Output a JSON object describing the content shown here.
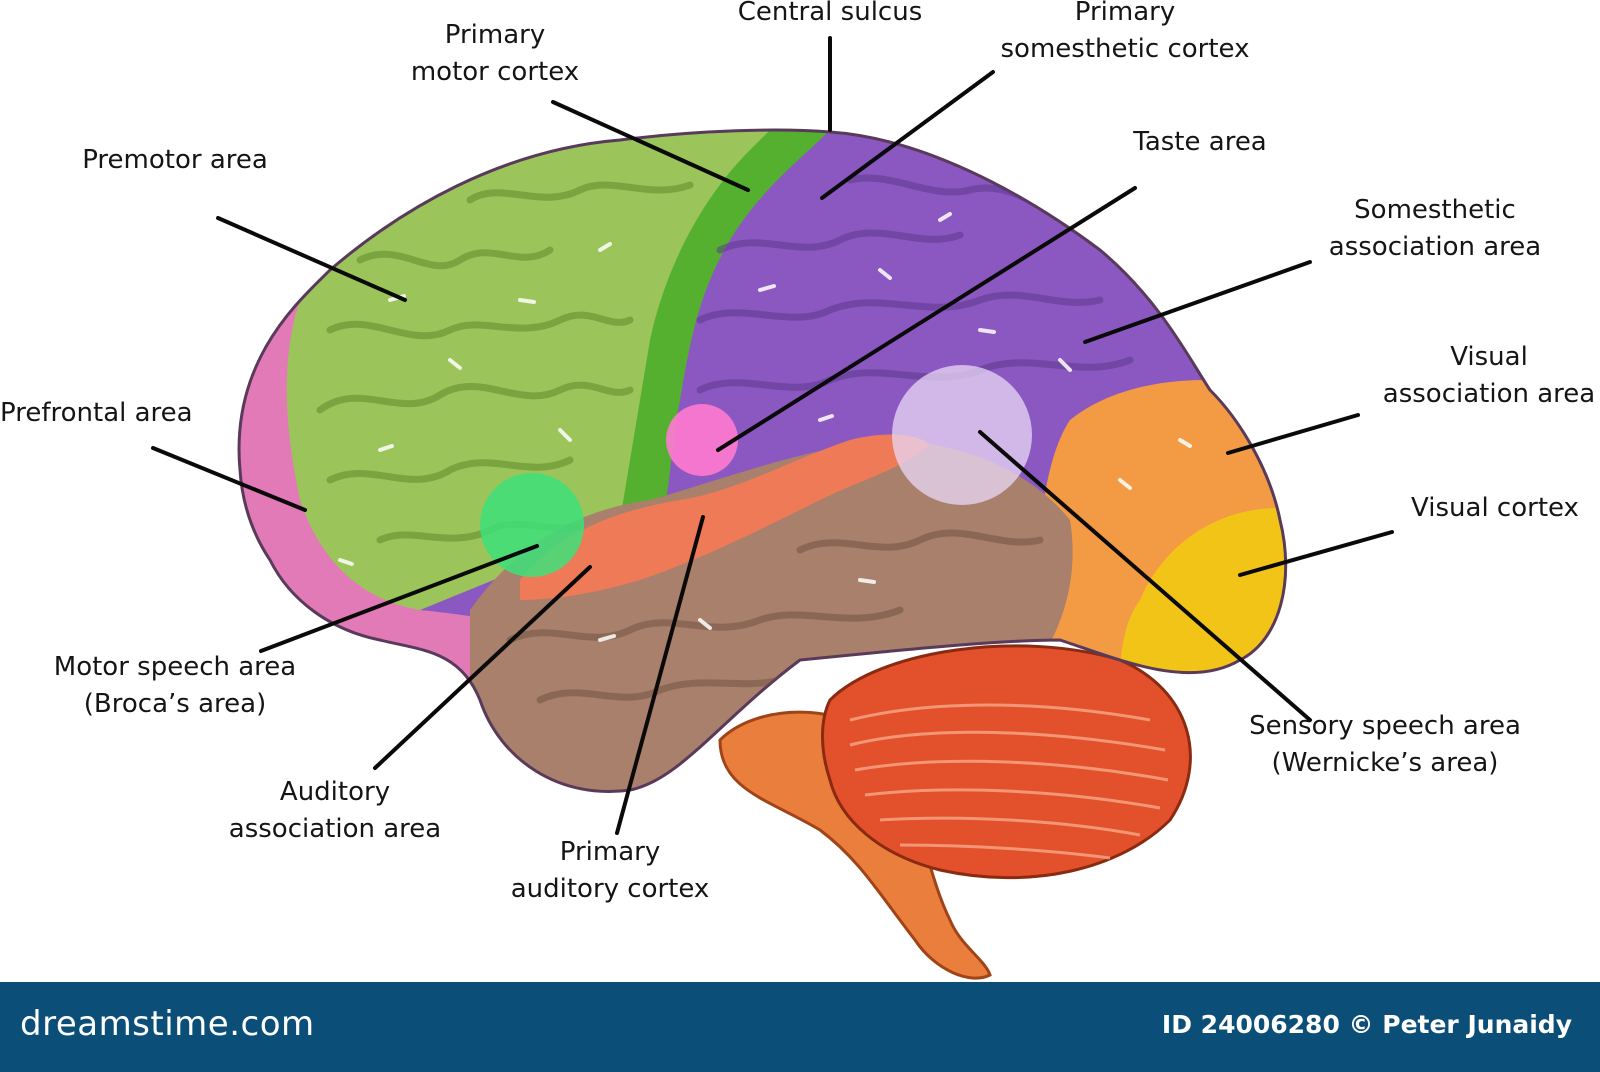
{
  "labels": {
    "central_sulcus": [
      "Central sulcus"
    ],
    "primary_somesthetic_cortex": [
      "Primary",
      "somesthetic cortex"
    ],
    "primary_motor_cortex": [
      "Primary",
      "motor cortex"
    ],
    "taste_area": [
      "Taste area"
    ],
    "premotor_area": [
      "Premotor area"
    ],
    "somesthetic_association_area": [
      "Somesthetic",
      "association area"
    ],
    "visual_association_area": [
      "Visual",
      "association area"
    ],
    "prefrontal_area": [
      "Prefrontal area"
    ],
    "visual_cortex": [
      "Visual cortex"
    ],
    "motor_speech_area": [
      "Motor speech area",
      "(Broca’s area)"
    ],
    "sensory_speech_area": [
      "Sensory speech area",
      "(Wernicke’s area)"
    ],
    "auditory_association_area": [
      "Auditory",
      "association area"
    ],
    "primary_auditory_cortex": [
      "Primary",
      "auditory cortex"
    ]
  },
  "colors": {
    "frontal_green": "#9bc45a",
    "motor_strip": "#55b030",
    "parietal_purple": "#8a58c0",
    "prefrontal_pink": "#e27ab8",
    "temporal_salmon": "#ef7a58",
    "temporal_brown": "#a8806c",
    "occipital_orange": "#f39a45",
    "visual_yellow": "#f2c418",
    "cerebellum": "#e2512c",
    "brainstem": "#ea7e3c",
    "footer": "#0b4f78"
  },
  "footer": {
    "logo": "dreamstime.com",
    "credit": "ID 24006280 © Peter Junaidy"
  }
}
